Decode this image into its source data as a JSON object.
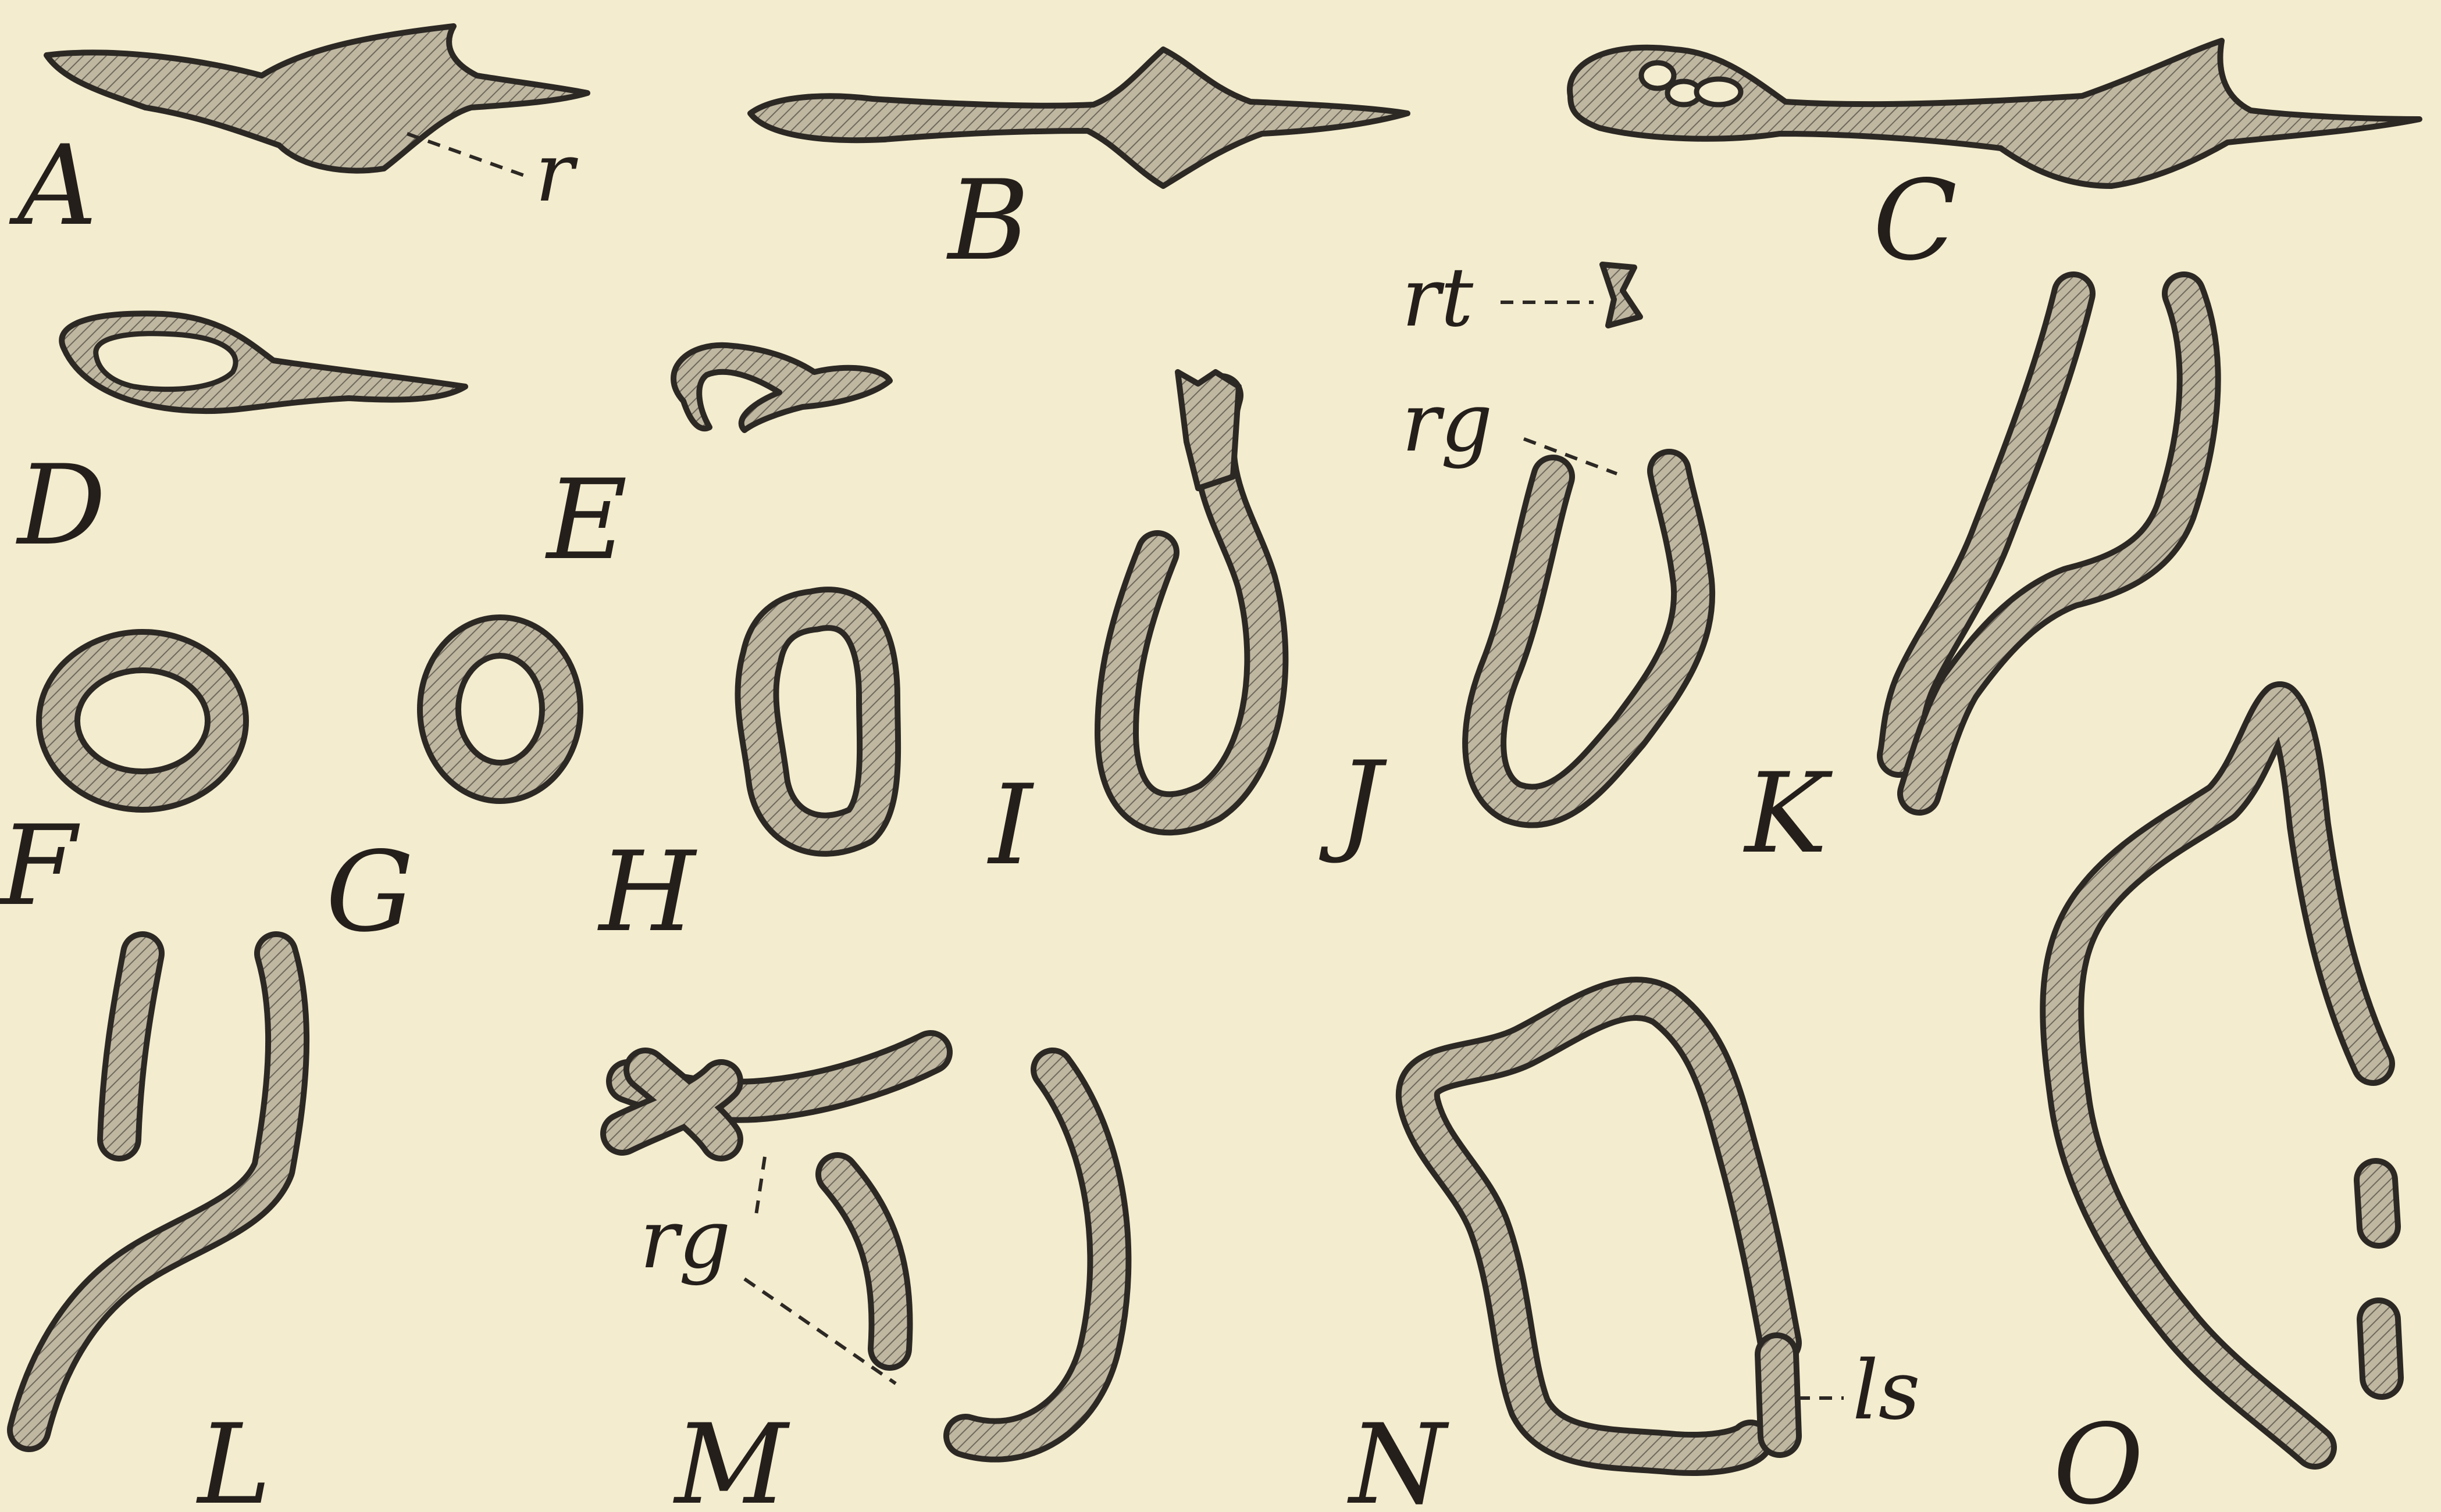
{
  "panel_letters": [
    "A",
    "B",
    "C",
    "D",
    "E",
    "F",
    "G",
    "H",
    "I",
    "J",
    "K",
    "L",
    "M",
    "N",
    "O"
  ],
  "annotations": {
    "r": "r",
    "rt": "rt",
    "rg_j": "rg",
    "rg_m": "rg",
    "ls": "ls"
  },
  "colors": {
    "background": "#f3ecce",
    "ink": "#2c2824",
    "fill_hatch": "#bfb7a0"
  }
}
